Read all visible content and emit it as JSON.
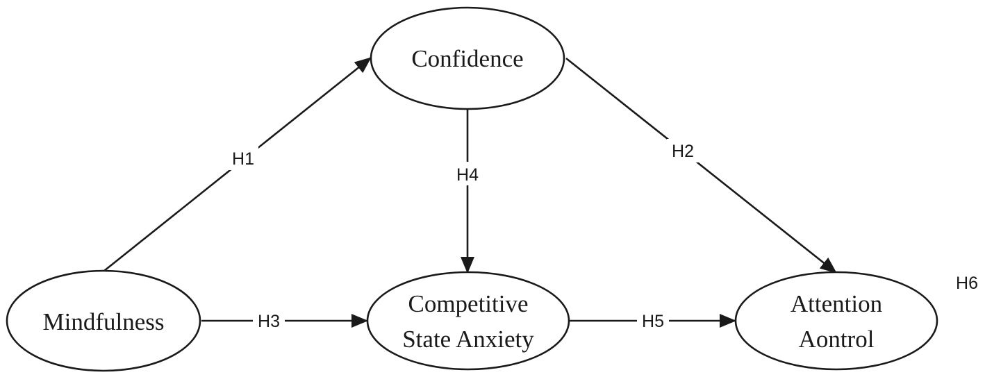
{
  "nodes": {
    "confidence": {
      "lines": [
        "Confidence"
      ]
    },
    "mindfulness": {
      "lines": [
        "Mindfulness"
      ]
    },
    "anxiety": {
      "lines": [
        "Competitive",
        "State Anxiety"
      ]
    },
    "attention": {
      "lines": [
        "Attention",
        "Aontrol"
      ]
    }
  },
  "edges": {
    "h1": {
      "label": "H1",
      "from": "mindfulness",
      "to": "confidence"
    },
    "h2": {
      "label": "H2",
      "from": "confidence",
      "to": "attention"
    },
    "h3": {
      "label": "H3",
      "from": "mindfulness",
      "to": "anxiety"
    },
    "h4": {
      "label": "H4",
      "from": "confidence",
      "to": "anxiety"
    },
    "h5": {
      "label": "H5",
      "from": "anxiety",
      "to": "attention"
    }
  },
  "free_labels": {
    "h6": "H6"
  },
  "colors": {
    "stroke": "#1a1a1a",
    "background": "#ffffff"
  }
}
